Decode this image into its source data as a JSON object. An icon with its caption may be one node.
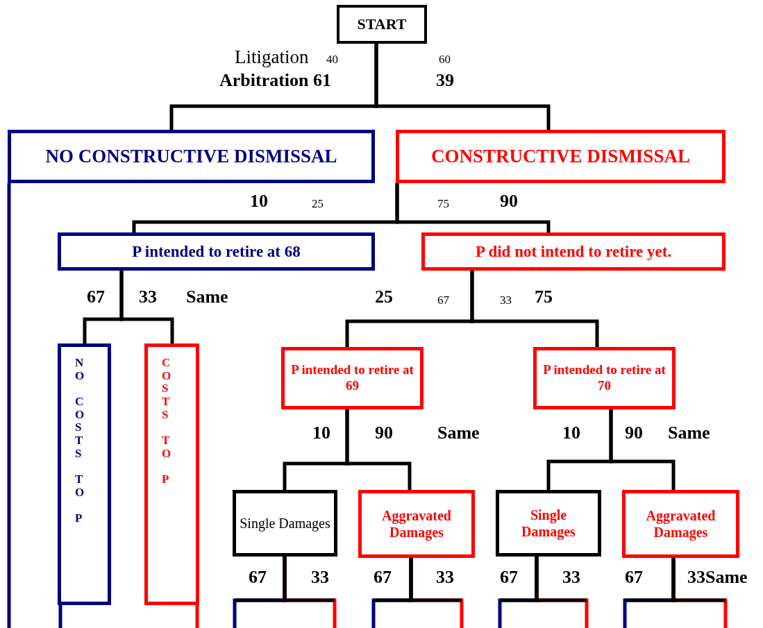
{
  "diagram": {
    "nodes": [
      {
        "text": [
          "START"
        ]
      },
      {
        "text": [
          "NO CONSTRUCTIVE DISMISSAL"
        ]
      },
      {
        "text": [
          "CONSTRUCTIVE DISMISSAL"
        ]
      },
      {
        "text": [
          "P intended to retire at 68"
        ]
      },
      {
        "text": [
          "P did not intend to retire yet."
        ]
      },
      {
        "text": [
          "NO COSTS TO P"
        ]
      },
      {
        "text": [
          "COSTS TO P"
        ]
      },
      {
        "text": [
          "P intended to retire at 69"
        ]
      },
      {
        "text": [
          "P intended to retire at 70"
        ]
      },
      {
        "text": [
          "Single Damages"
        ]
      },
      {
        "text": [
          "Aggravated Damages"
        ]
      },
      {
        "text": [
          "Single Damages"
        ]
      },
      {
        "text": [
          "Aggravated Damages"
        ]
      }
    ],
    "edges": [
      {
        "from": 0,
        "to": 1,
        "arrow": "none"
      },
      {
        "from": 0,
        "to": 2,
        "arrow": "none"
      },
      {
        "from": 1,
        "to": null,
        "arrow": "none",
        "color": "#000080"
      },
      {
        "from": 2,
        "to": 3,
        "arrow": "none"
      },
      {
        "from": 2,
        "to": 4,
        "arrow": "none"
      },
      {
        "from": 3,
        "to": 5,
        "arrow": "none"
      },
      {
        "from": 3,
        "to": 6,
        "arrow": "none"
      },
      {
        "from": 4,
        "to": 7,
        "arrow": "none"
      },
      {
        "from": 4,
        "to": 8,
        "arrow": "none"
      },
      {
        "from": 5,
        "to": null,
        "arrow": "none",
        "color": "#000080"
      },
      {
        "from": 6,
        "to": null,
        "arrow": "none",
        "color": "#ff0000"
      },
      {
        "from": 7,
        "to": 9,
        "arrow": "none"
      },
      {
        "from": 7,
        "to": 10,
        "arrow": "none"
      },
      {
        "from": 8,
        "to": 11,
        "arrow": "none"
      },
      {
        "from": 8,
        "to": 12,
        "arrow": "none"
      },
      {
        "from": 9,
        "to": null,
        "arrow": "none",
        "color": "#000080"
      },
      {
        "from": 9,
        "to": null,
        "arrow": "none",
        "color": "#ff0000"
      },
      {
        "from": 10,
        "to": null,
        "arrow": "none",
        "color": "#000080"
      },
      {
        "from": 10,
        "to": null,
        "arrow": "none",
        "color": "#ff0000"
      },
      {
        "from": 11,
        "to": null,
        "arrow": "none",
        "color": "#000080"
      },
      {
        "from": 11,
        "to": null,
        "arrow": "none",
        "color": "#ff0000"
      },
      {
        "from": 12,
        "to": null,
        "arrow": "none",
        "color": "#000080"
      },
      {
        "from": 12,
        "to": null,
        "arrow": "none",
        "color": "#ff0000"
      }
    ],
    "labels": [
      "Litigation",
      "40",
      "60",
      "Arbitration 61",
      "39",
      "10",
      "25",
      "75",
      "90",
      "67",
      "33",
      "Same",
      "25",
      "67",
      "33",
      "75",
      "10",
      "90",
      "Same",
      "10",
      "90",
      "Same",
      "67",
      "33",
      "67",
      "33",
      "67",
      "33",
      "67",
      "33Same"
    ]
  }
}
